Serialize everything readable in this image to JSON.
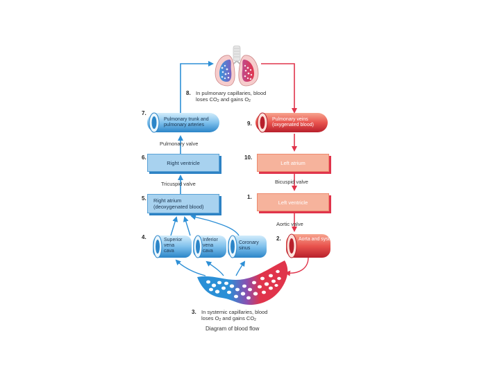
{
  "steps": {
    "s1": {
      "num": "1.",
      "label": "Left ventricle"
    },
    "s2": {
      "num": "2.",
      "label": "Aorta and systemic arteries"
    },
    "s3": {
      "num": "3.",
      "label_a": "In systemic capillaries, blood",
      "label_b": "loses O",
      "label_b_sub": "2",
      "label_b_mid": " and gains CO",
      "label_b_sub2": "2"
    },
    "s4": {
      "num": "4."
    },
    "s5": {
      "num": "5.",
      "label_a": "Right atrium",
      "label_b": "(deoxygenated blood)"
    },
    "s6": {
      "num": "6.",
      "label": "Right ventricle"
    },
    "s7": {
      "num": "7.",
      "label_a": "Pulmonary trunk and",
      "label_b": "pulmonary arteries"
    },
    "s8": {
      "num": "8.",
      "label_a": "In pulmonary capillaries, blood",
      "label_b": "loses CO",
      "label_b_sub": "2",
      "label_b_mid": " and gains O",
      "label_b_sub2": "2"
    },
    "s9": {
      "num": "9.",
      "label_a": "Pulmonary veins",
      "label_b": "(oxygenated blood)"
    },
    "s10": {
      "num": "10.",
      "label": "Left atrium"
    }
  },
  "veins": {
    "superior": {
      "a": "Superior",
      "b": "vena",
      "c": "cava"
    },
    "inferior": {
      "a": "Inferior",
      "b": "vena",
      "c": "cava"
    },
    "coronary": {
      "a": "Coronary",
      "b": "sinus"
    }
  },
  "valves": {
    "pulmonary": "Pulmonary valve",
    "tricuspid": "Tricuspid valve",
    "bicuspid": "Bicuspid valve",
    "aortic": "Aortic valve"
  },
  "caption": "Diagram of blood flow",
  "colors": {
    "deoxygenated": "#2d8fd6",
    "oxygenated": "#e0344b",
    "blue_box": "#a8d2ef",
    "red_box": "#f6b39c"
  }
}
